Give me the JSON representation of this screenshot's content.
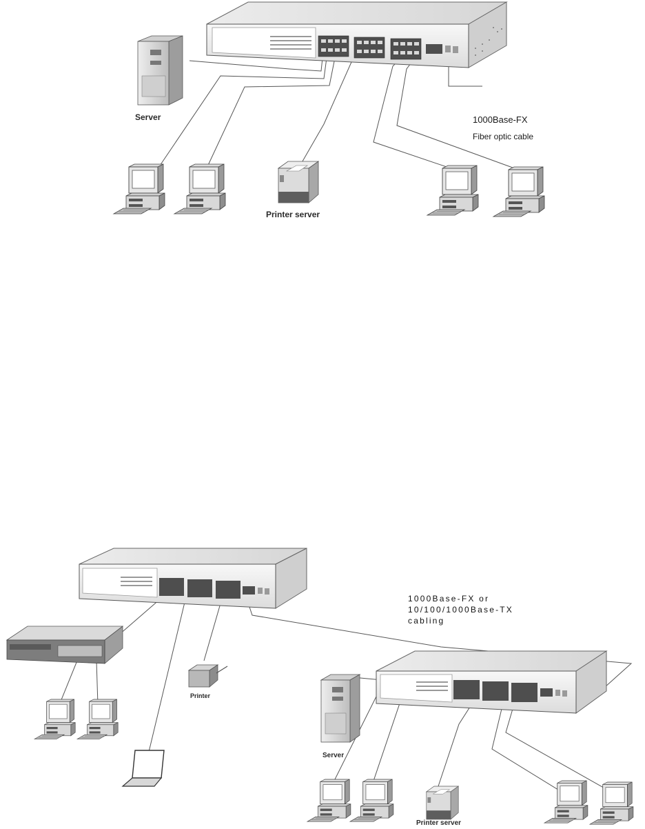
{
  "diagrams": [
    {
      "labels": {
        "server": "Server",
        "printer_server": "Printer server",
        "uplink_line1": "1000Base-FX",
        "uplink_line2": "Fiber optic cable"
      }
    },
    {
      "labels": {
        "printer": "Printer",
        "server": "Server",
        "printer_server": "Printer server",
        "cabling_line1": "1000Base-FX or",
        "cabling_line2": "10/100/1000Base-TX",
        "cabling_line3": "cabling"
      }
    }
  ],
  "colors": {
    "device_face": "#f4f4f4",
    "device_top": "#e2e2e2",
    "device_edge": "#555555",
    "port_block": "#5a5a5a",
    "cable": "#444444",
    "text": "#1a1a1a"
  },
  "icons": [
    "switch-icon",
    "server-icon",
    "desktop-pc-icon",
    "printer-server-icon",
    "printer-icon",
    "laptop-icon",
    "hub-icon"
  ]
}
